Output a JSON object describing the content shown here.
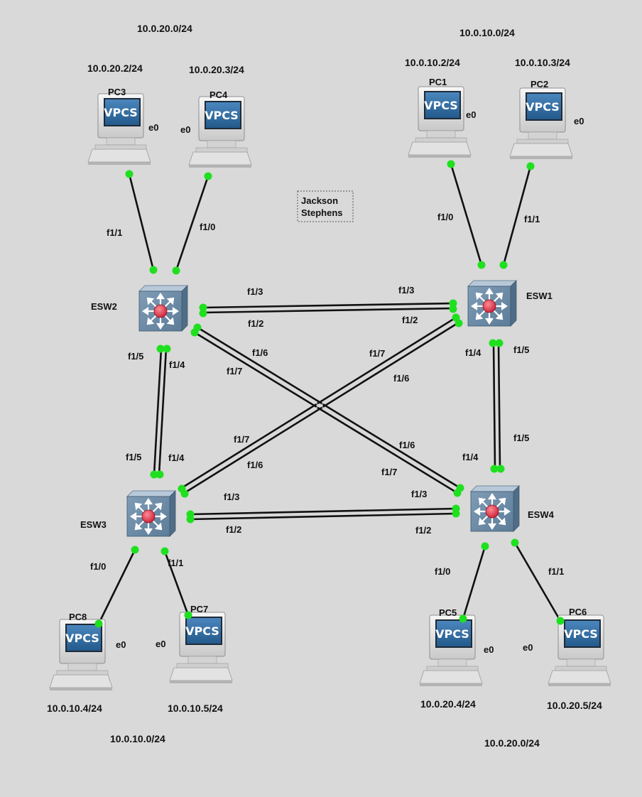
{
  "annotation": {
    "line1": "Jackson",
    "line2": "Stephens"
  },
  "subnets": {
    "top_left": "10.0.20.0/24",
    "top_right": "10.0.10.0/24",
    "bottom_left": "10.0.10.0/24",
    "bottom_right": "10.0.20.0/24"
  },
  "switches": [
    {
      "id": "ESW1",
      "label": "ESW1"
    },
    {
      "id": "ESW2",
      "label": "ESW2"
    },
    {
      "id": "ESW3",
      "label": "ESW3"
    },
    {
      "id": "ESW4",
      "label": "ESW4"
    }
  ],
  "pcs": [
    {
      "id": "PC1",
      "label": "PC1",
      "ip": "10.0.10.2/24",
      "iface": "e0",
      "icon_text": "VPCS"
    },
    {
      "id": "PC2",
      "label": "PC2",
      "ip": "10.0.10.3/24",
      "iface": "e0",
      "icon_text": "VPCS"
    },
    {
      "id": "PC3",
      "label": "PC3",
      "ip": "10.0.20.2/24",
      "iface": "e0",
      "icon_text": "VPCS"
    },
    {
      "id": "PC4",
      "label": "PC4",
      "ip": "10.0.20.3/24",
      "iface": "e0",
      "icon_text": "VPCS"
    },
    {
      "id": "PC5",
      "label": "PC5",
      "ip": "10.0.20.4/24",
      "iface": "e0",
      "icon_text": "VPCS"
    },
    {
      "id": "PC6",
      "label": "PC6",
      "ip": "10.0.20.5/24",
      "iface": "e0",
      "icon_text": "VPCS"
    },
    {
      "id": "PC7",
      "label": "PC7",
      "ip": "10.0.10.5/24",
      "iface": "e0",
      "icon_text": "VPCS"
    },
    {
      "id": "PC8",
      "label": "PC8",
      "ip": "10.0.10.4/24",
      "iface": "e0",
      "icon_text": "VPCS"
    }
  ],
  "links": [
    {
      "id": "pc3-esw2",
      "a": "PC3",
      "b": "ESW2",
      "a_port": "e0",
      "b_port": "f1/1"
    },
    {
      "id": "pc4-esw2",
      "a": "PC4",
      "b": "ESW2",
      "a_port": "e0",
      "b_port": "f1/0"
    },
    {
      "id": "pc1-esw1",
      "a": "PC1",
      "b": "ESW1",
      "a_port": "e0",
      "b_port": "f1/0"
    },
    {
      "id": "pc2-esw1",
      "a": "PC2",
      "b": "ESW1",
      "a_port": "e0",
      "b_port": "f1/1"
    },
    {
      "id": "esw2-esw1-a",
      "a": "ESW2",
      "b": "ESW1",
      "a_port": "f1/3",
      "b_port": "f1/3"
    },
    {
      "id": "esw2-esw1-b",
      "a": "ESW2",
      "b": "ESW1",
      "a_port": "f1/2",
      "b_port": "f1/2"
    },
    {
      "id": "esw2-esw3-a",
      "a": "ESW2",
      "b": "ESW3",
      "a_port": "f1/5",
      "b_port": "f1/5"
    },
    {
      "id": "esw2-esw3-b",
      "a": "ESW2",
      "b": "ESW3",
      "a_port": "f1/4",
      "b_port": "f1/4"
    },
    {
      "id": "esw1-esw4-a",
      "a": "ESW1",
      "b": "ESW4",
      "a_port": "f1/4",
      "b_port": "f1/4"
    },
    {
      "id": "esw1-esw4-b",
      "a": "ESW1",
      "b": "ESW4",
      "a_port": "f1/5",
      "b_port": "f1/5"
    },
    {
      "id": "esw2-esw4-a",
      "a": "ESW2",
      "b": "ESW4",
      "a_port": "f1/6",
      "b_port": "f1/6"
    },
    {
      "id": "esw2-esw4-b",
      "a": "ESW2",
      "b": "ESW4",
      "a_port": "f1/7",
      "b_port": "f1/7"
    },
    {
      "id": "esw1-esw3-a",
      "a": "ESW1",
      "b": "ESW3",
      "a_port": "f1/7",
      "b_port": "f1/7"
    },
    {
      "id": "esw1-esw3-b",
      "a": "ESW1",
      "b": "ESW3",
      "a_port": "f1/6",
      "b_port": "f1/6"
    },
    {
      "id": "esw3-esw4-a",
      "a": "ESW3",
      "b": "ESW4",
      "a_port": "f1/3",
      "b_port": "f1/3"
    },
    {
      "id": "esw3-esw4-b",
      "a": "ESW3",
      "b": "ESW4",
      "a_port": "f1/2",
      "b_port": "f1/2"
    },
    {
      "id": "esw3-pc8",
      "a": "ESW3",
      "b": "PC8",
      "a_port": "f1/0",
      "b_port": "e0"
    },
    {
      "id": "esw3-pc7",
      "a": "ESW3",
      "b": "PC7",
      "a_port": "f1/1",
      "b_port": "e0"
    },
    {
      "id": "esw4-pc5",
      "a": "ESW4",
      "b": "PC5",
      "a_port": "f1/0",
      "b_port": "e0"
    },
    {
      "id": "esw4-pc6",
      "a": "ESW4",
      "b": "PC6",
      "a_port": "f1/1",
      "b_port": "e0"
    }
  ],
  "colors": {
    "background": "#d9d9d9",
    "link": "#111111",
    "port_dot": "#1fe01f",
    "switch_body": "#6f8faa",
    "switch_center": "#e23a4a",
    "vpcs_screen": "#2f6ea6"
  }
}
